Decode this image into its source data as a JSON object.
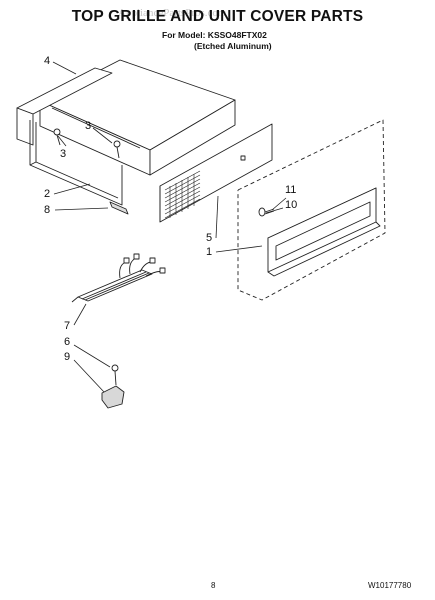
{
  "header": {
    "title": "TOP GRILLE AND UNIT COVER PARTS",
    "model": "For Model: KSSO48FTX02",
    "finish": "(Etched Aluminum)",
    "watermark": "AppliancePartsPros.com"
  },
  "callouts": [
    "4",
    "3",
    "3",
    "2",
    "8",
    "5",
    "1",
    "11",
    "10",
    "7",
    "6",
    "9"
  ],
  "footer": {
    "page_number": "8",
    "document_number": "W10177780"
  }
}
